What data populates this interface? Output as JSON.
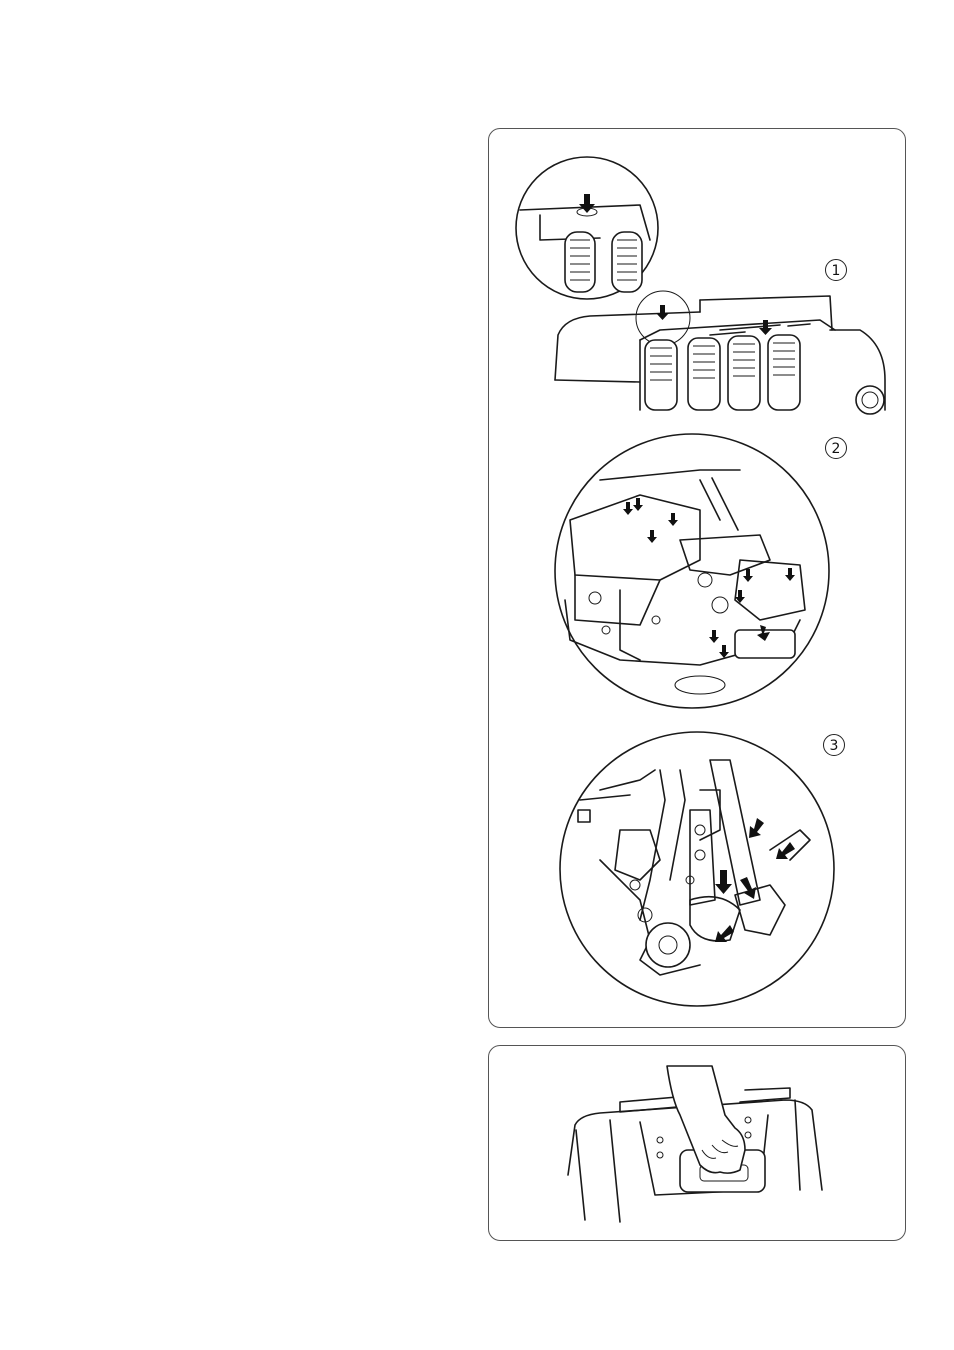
{
  "figure": {
    "step_labels": [
      "1",
      "2",
      "3"
    ]
  }
}
